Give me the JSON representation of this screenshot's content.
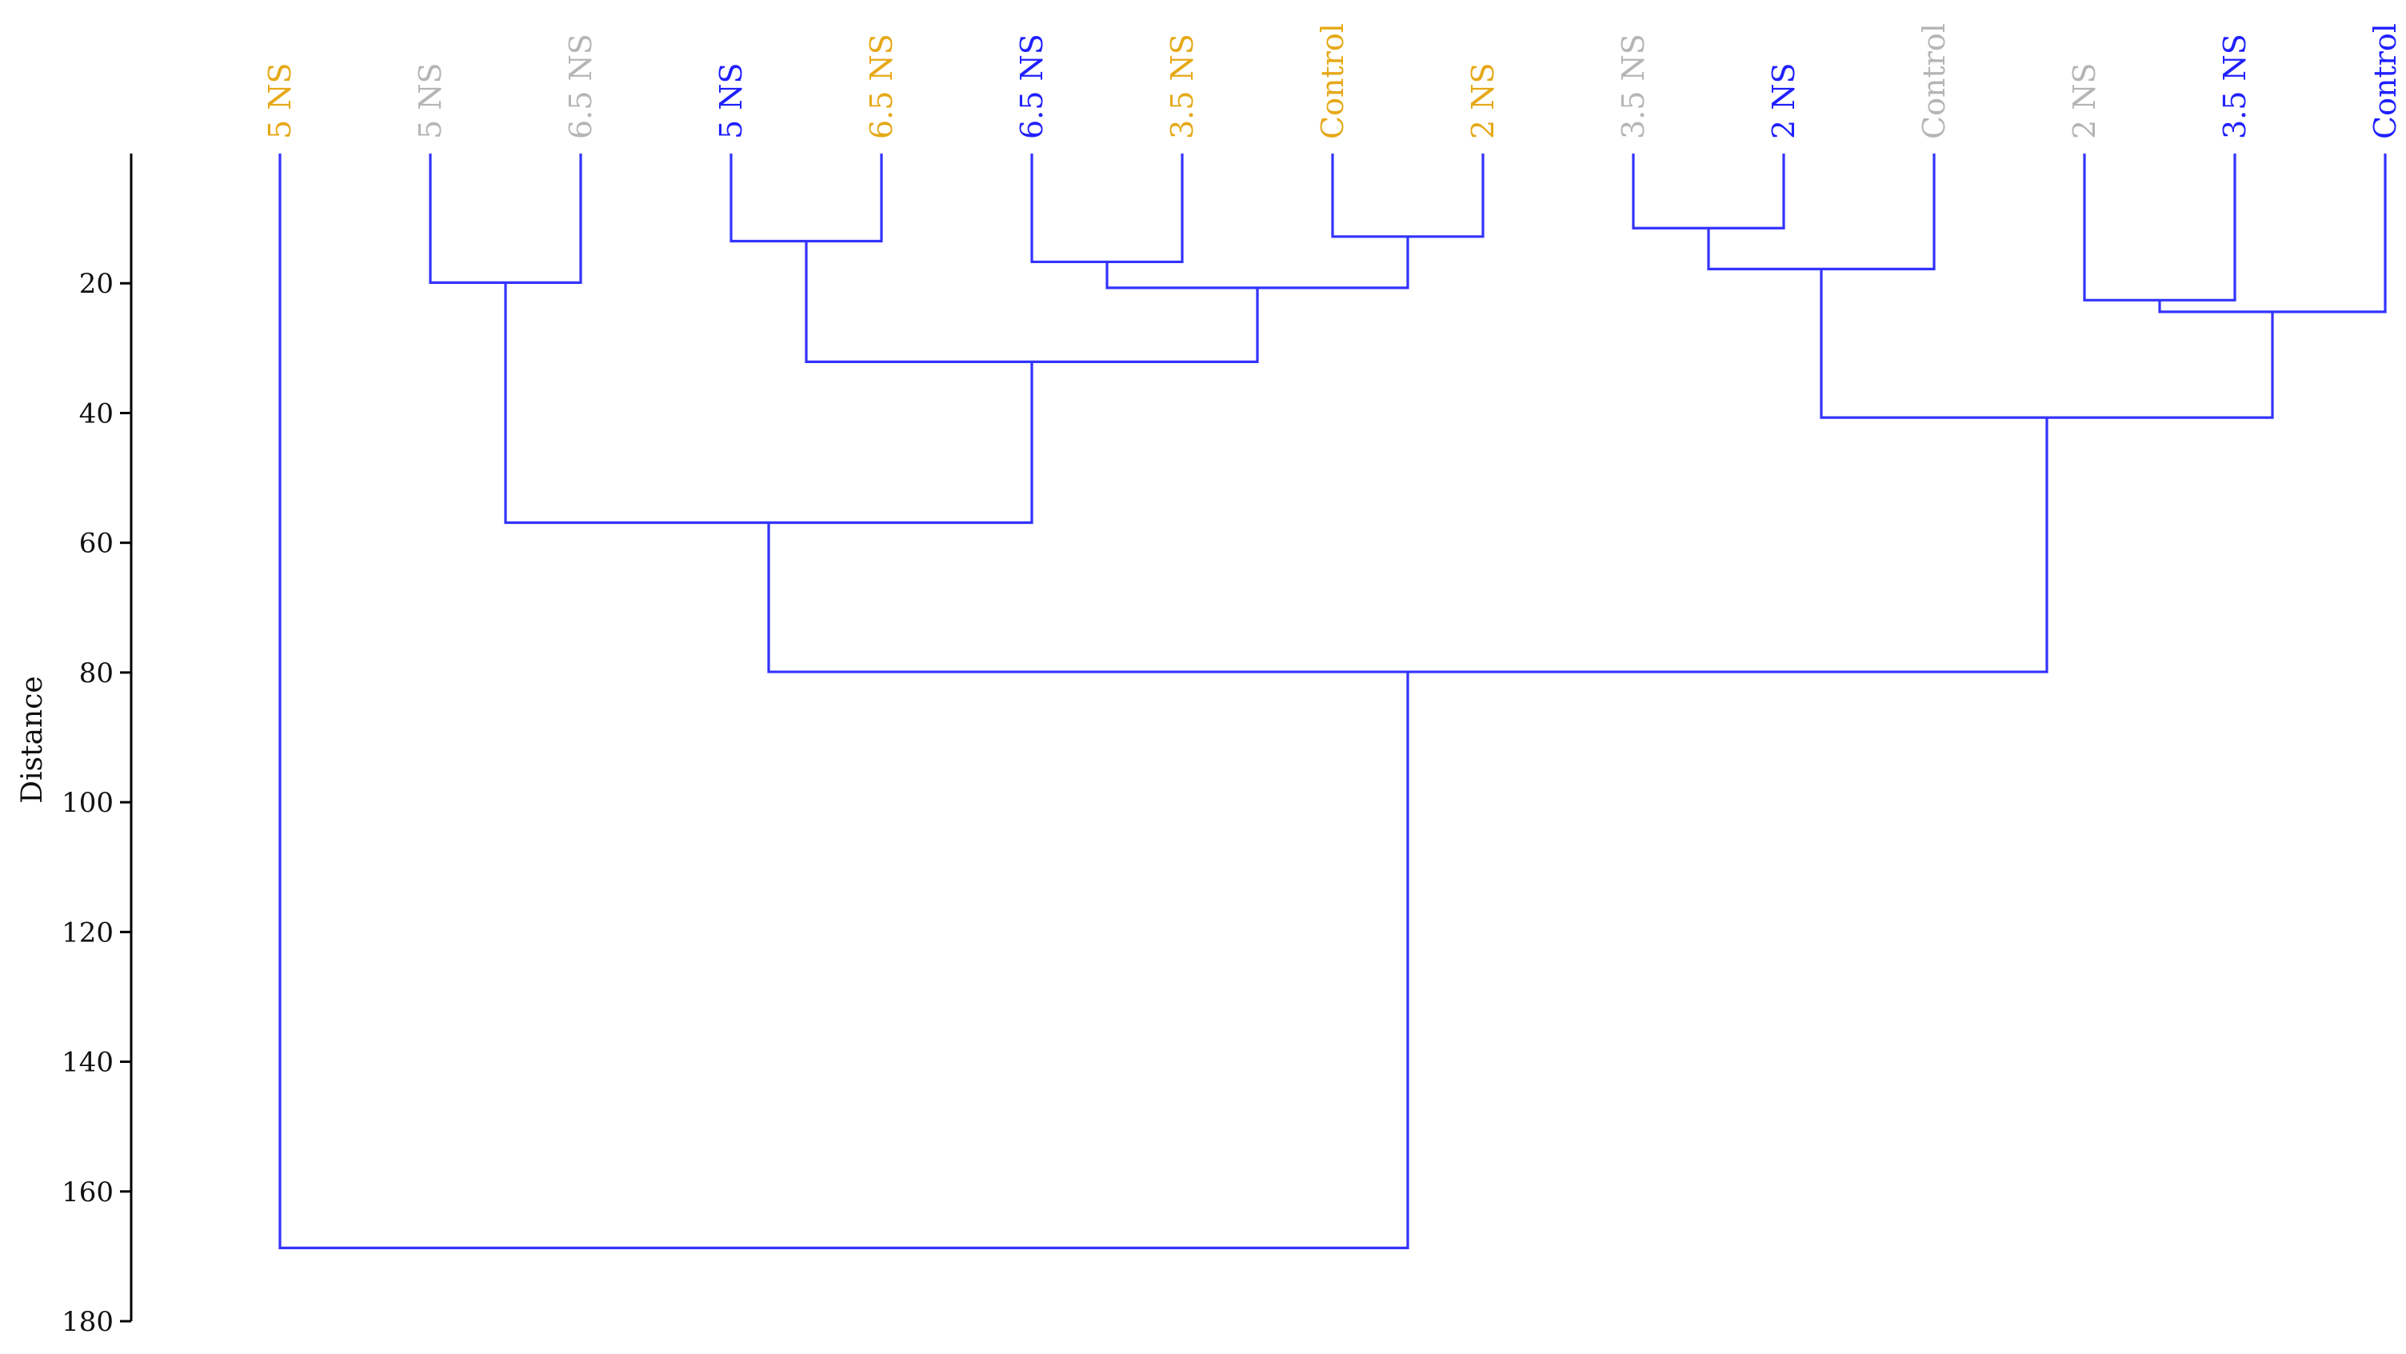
{
  "chart_data": {
    "type": "dendrogram",
    "title": "",
    "ylabel": "Distance",
    "ylim": [
      0,
      180
    ],
    "y_ticks": [
      20,
      40,
      60,
      80,
      100,
      120,
      140,
      160,
      180
    ],
    "colors": {
      "link": "#3333ff",
      "orange": "#e6a817",
      "gray": "#b5b5b5",
      "blue": "#2020ff",
      "axis": "#000000"
    },
    "leaves": [
      {
        "label": "5 NS",
        "color": "orange"
      },
      {
        "label": "5 NS",
        "color": "gray"
      },
      {
        "label": "6.5 NS",
        "color": "gray"
      },
      {
        "label": "5 NS",
        "color": "blue"
      },
      {
        "label": "6.5 NS",
        "color": "orange"
      },
      {
        "label": "6.5 NS",
        "color": "blue"
      },
      {
        "label": "3.5 NS",
        "color": "orange"
      },
      {
        "label": "Control",
        "color": "orange"
      },
      {
        "label": "2 NS",
        "color": "orange"
      },
      {
        "label": "3.5 NS",
        "color": "gray"
      },
      {
        "label": "2 NS",
        "color": "blue"
      },
      {
        "label": "Control",
        "color": "gray"
      },
      {
        "label": "2 NS",
        "color": "gray"
      },
      {
        "label": "3.5 NS",
        "color": "blue"
      },
      {
        "label": "Control",
        "color": "blue"
      }
    ],
    "merges": [
      {
        "left": "L9",
        "right": "L10",
        "height": 11.5
      },
      {
        "left": "L7",
        "right": "L8",
        "height": 12.8
      },
      {
        "left": "L3",
        "right": "L4",
        "height": 13.5
      },
      {
        "left": "L5",
        "right": "L6",
        "height": 16.7
      },
      {
        "left": "M0",
        "right": "L11",
        "height": 17.8
      },
      {
        "left": "L1",
        "right": "L2",
        "height": 19.9
      },
      {
        "left": "M3",
        "right": "M1",
        "height": 20.7
      },
      {
        "left": "L12",
        "right": "L13",
        "height": 22.6
      },
      {
        "left": "M7",
        "right": "L14",
        "height": 24.4
      },
      {
        "left": "M2",
        "right": "M6",
        "height": 32.1
      },
      {
        "left": "M4",
        "right": "M8",
        "height": 40.7
      },
      {
        "left": "M5",
        "right": "M9",
        "height": 56.9
      },
      {
        "left": "M11",
        "right": "M10",
        "height": 79.9
      },
      {
        "left": "L0",
        "right": "M12",
        "height": 168.7
      }
    ]
  }
}
